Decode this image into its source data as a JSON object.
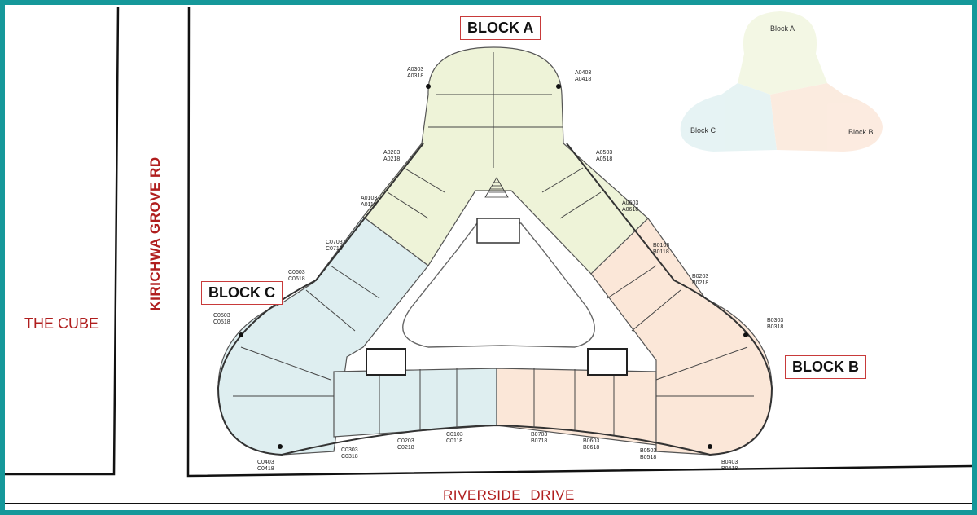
{
  "roads": {
    "left": "THE CUBE",
    "vertical": "KIRICHWA GROVE RD",
    "bottom": "RIVERSIDE  DRIVE"
  },
  "blocks": {
    "a": "BLOCK A",
    "b": "BLOCK B",
    "c": "BLOCK C"
  },
  "key_plan": {
    "a": "Block A",
    "b": "Block B",
    "c": "Block C"
  },
  "colors": {
    "frame": "#15989a",
    "block_a": "#eef3d8",
    "block_b": "#fbe7d8",
    "block_c": "#deeef0",
    "road_text": "#b01e1e"
  },
  "units": {
    "a0303": "A0303\nA0318",
    "a0403": "A0403\nA0418",
    "a0203": "A0203\nA0218",
    "a0503": "A0503\nA0518",
    "a0103": "A0103\nA0118",
    "a0603": "A0603\nA0618",
    "c0703": "C0703\nC0718",
    "c0603": "C0603\nC0618",
    "c0503": "C0503\nC0518",
    "c0403": "C0403\nC0418",
    "c0303": "C0303\nC0318",
    "c0203": "C0203\nC0218",
    "c0103": "C0103\nC0118",
    "b0703": "B0703\nB0718",
    "b0603": "B0603\nB0618",
    "b0503": "B0503\nB0518",
    "b0403": "B0403\nB0418",
    "b0303": "B0303\nB0318",
    "b0203": "B0203\nB0218",
    "b0103": "B0103\nB0118"
  }
}
